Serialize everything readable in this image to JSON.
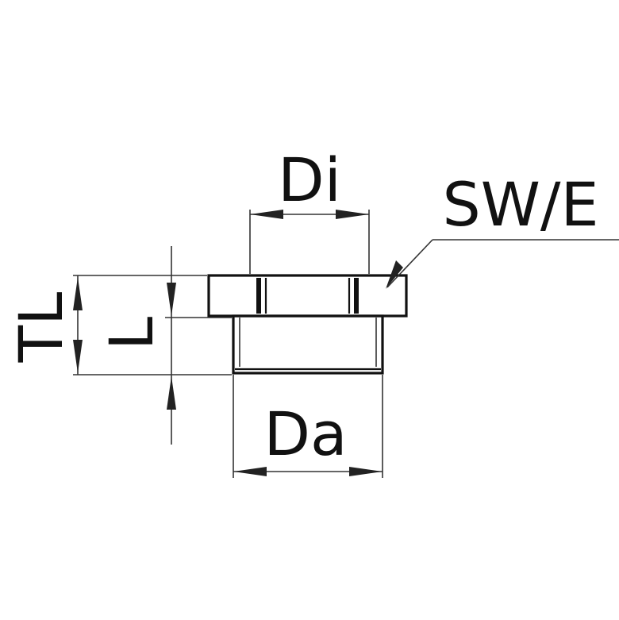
{
  "labels": {
    "inner_diameter": "Di",
    "wrench_size": "SW/E",
    "total_length": "TL",
    "thread_length": "L",
    "outer_diameter": "Da"
  },
  "colors": {
    "line": "#111111",
    "background": "#ffffff"
  }
}
